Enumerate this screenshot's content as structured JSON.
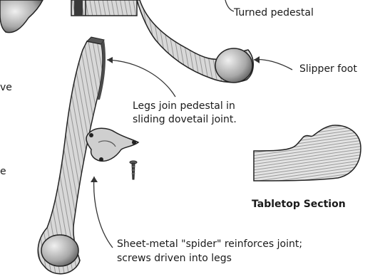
{
  "labels": {
    "turned_pedestal": "Turned pedestal",
    "slipper_foot": "Slipper foot",
    "legs_join": [
      "Legs join pedestal in",
      "sliding dovetail joint."
    ],
    "tabletop_section": "Tabletop Section",
    "spider": [
      "Sheet-metal \"spider\" reinforces joint;",
      "screws driven into legs"
    ],
    "edge_fragment_1": "ve",
    "edge_fragment_2": "e"
  }
}
